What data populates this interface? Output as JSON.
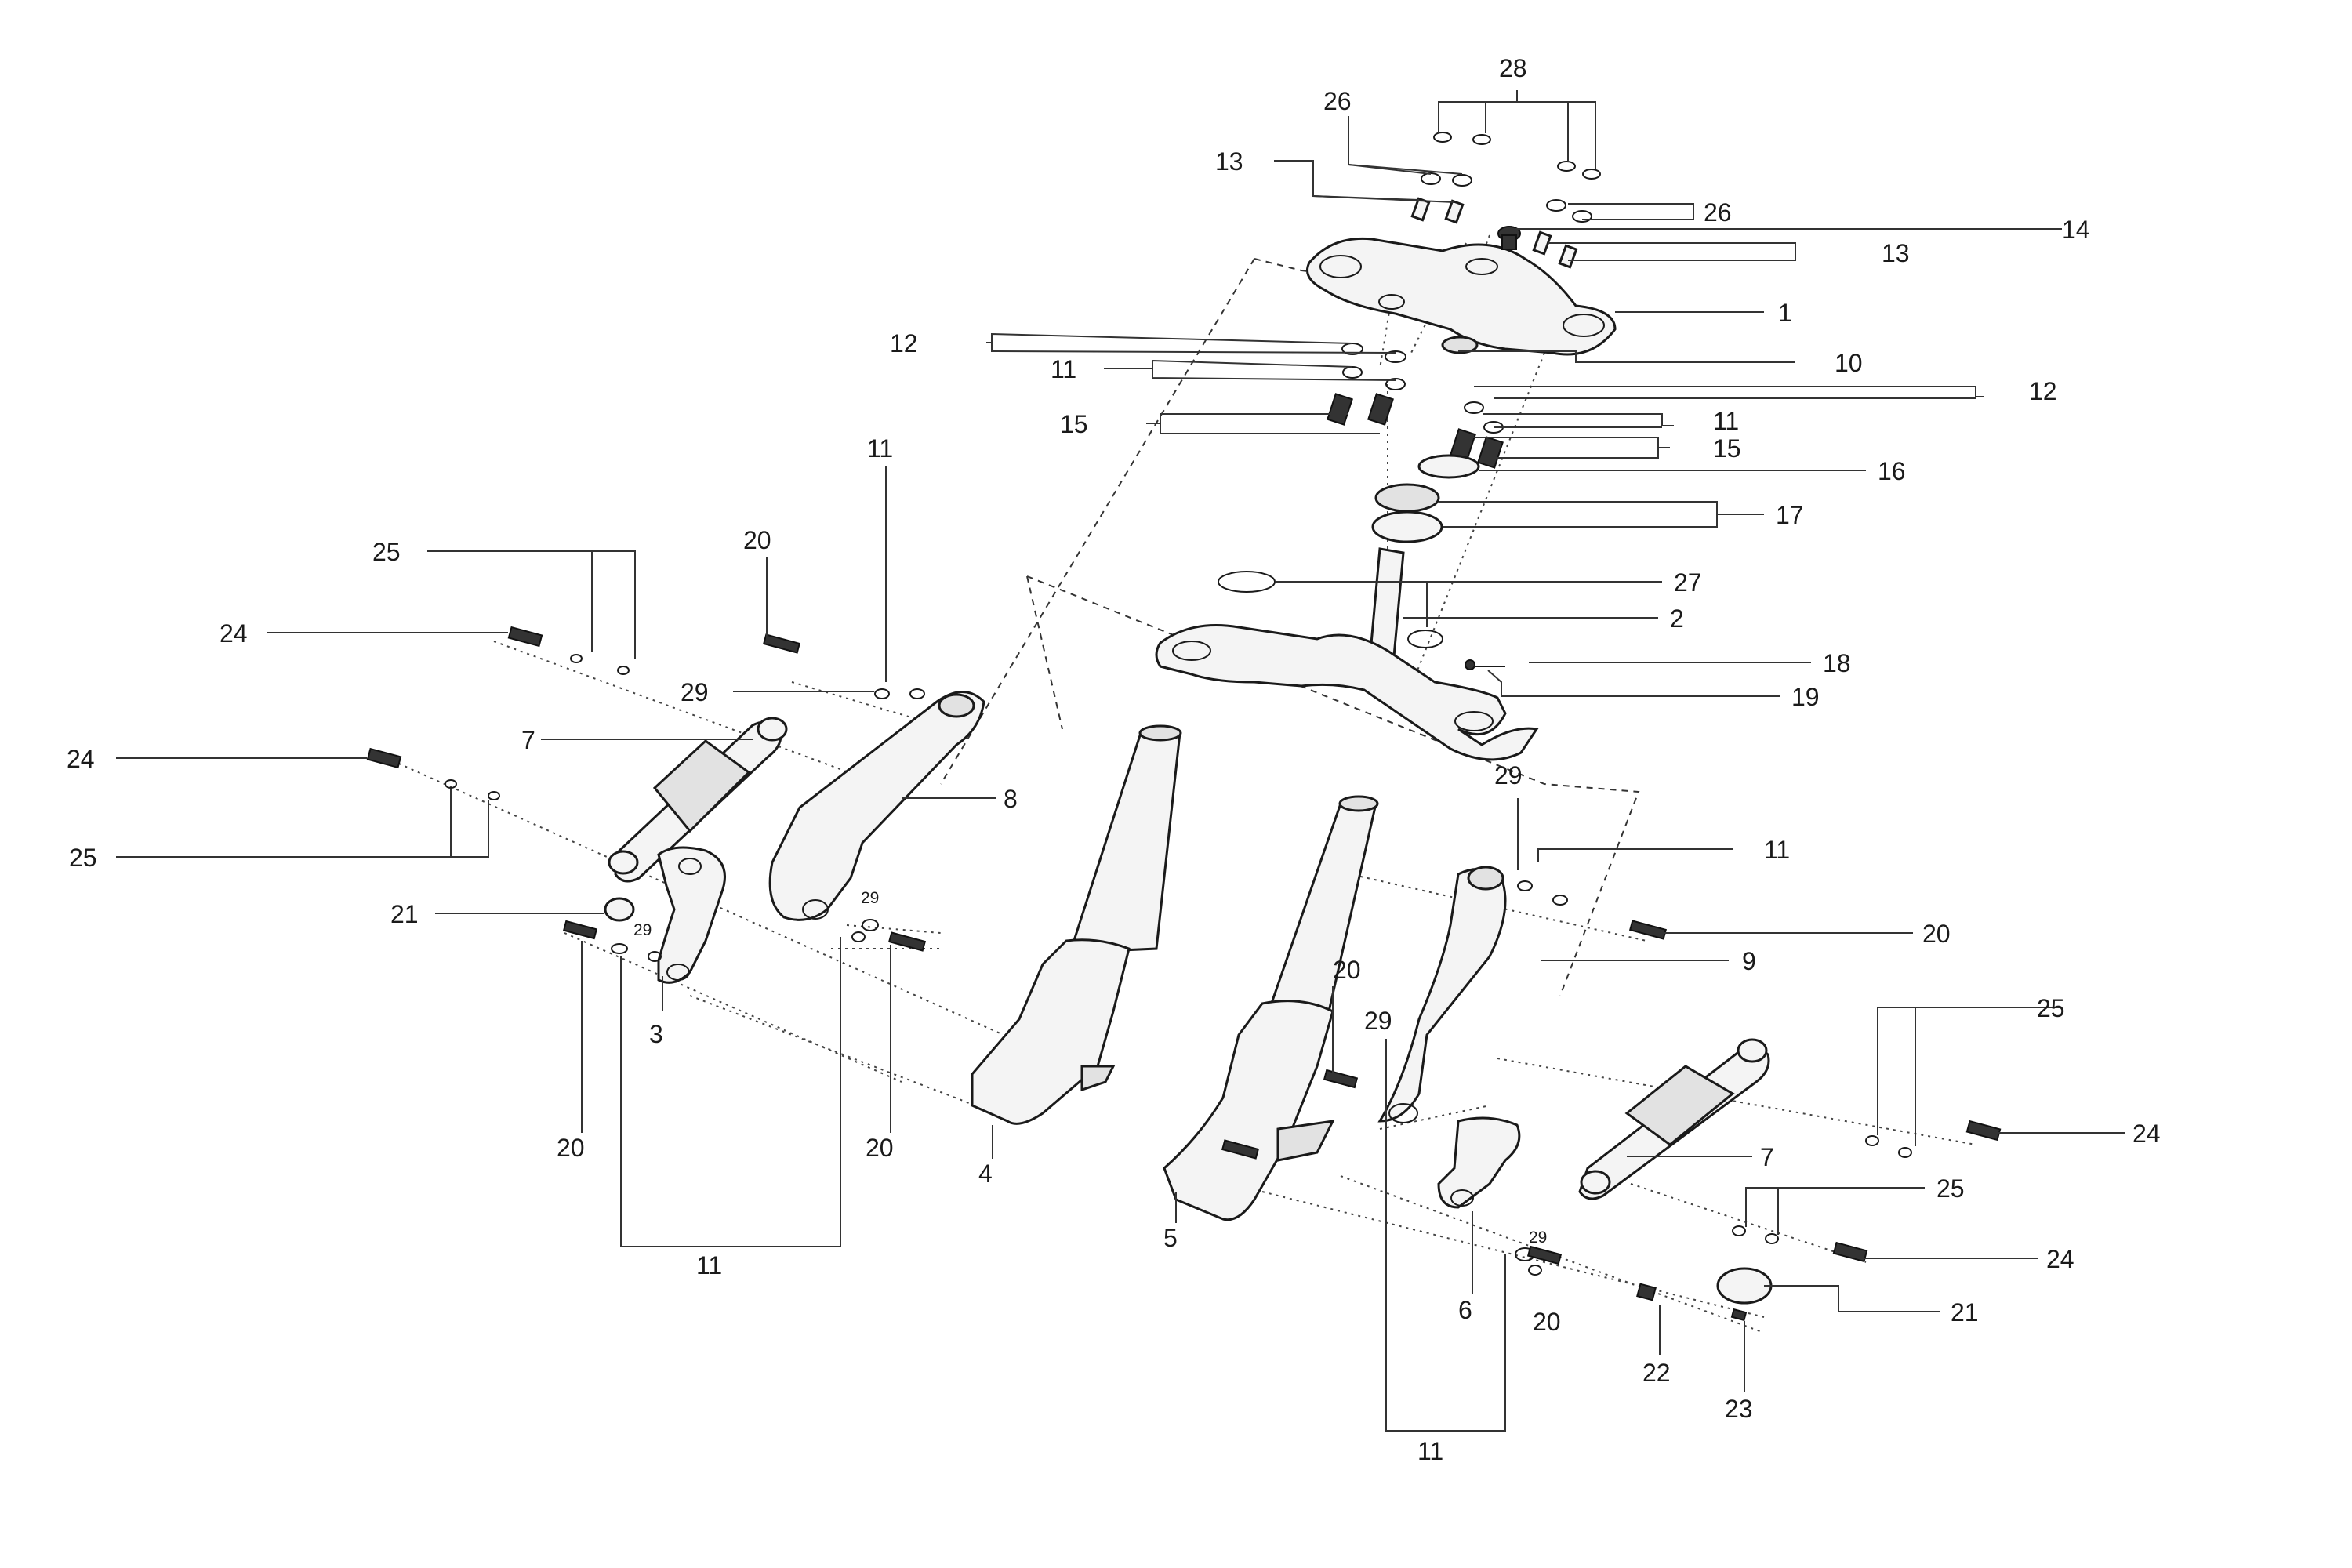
{
  "diagram": {
    "callouts": [
      {
        "id": "c28",
        "num": "28"
      },
      {
        "id": "c26a",
        "num": "26"
      },
      {
        "id": "c13a",
        "num": "13"
      },
      {
        "id": "c26b",
        "num": "26"
      },
      {
        "id": "c14",
        "num": "14"
      },
      {
        "id": "c13b",
        "num": "13"
      },
      {
        "id": "c1",
        "num": "1"
      },
      {
        "id": "c12a",
        "num": "12"
      },
      {
        "id": "c11a",
        "num": "11"
      },
      {
        "id": "c10",
        "num": "10"
      },
      {
        "id": "c12b",
        "num": "12"
      },
      {
        "id": "c15a",
        "num": "15"
      },
      {
        "id": "c11b",
        "num": "11"
      },
      {
        "id": "c15b",
        "num": "15"
      },
      {
        "id": "c16",
        "num": "16"
      },
      {
        "id": "c17",
        "num": "17"
      },
      {
        "id": "c27",
        "num": "27"
      },
      {
        "id": "c2",
        "num": "2"
      },
      {
        "id": "c18",
        "num": "18"
      },
      {
        "id": "c19",
        "num": "19"
      },
      {
        "id": "c11c",
        "num": "11"
      },
      {
        "id": "c20a",
        "num": "20"
      },
      {
        "id": "c25a",
        "num": "25"
      },
      {
        "id": "c24a",
        "num": "24"
      },
      {
        "id": "c29a",
        "num": "29"
      },
      {
        "id": "c7a",
        "num": "7"
      },
      {
        "id": "c8",
        "num": "8"
      },
      {
        "id": "c24b",
        "num": "24"
      },
      {
        "id": "c25b",
        "num": "25"
      },
      {
        "id": "c21a",
        "num": "21"
      },
      {
        "id": "c29b",
        "num": "29"
      },
      {
        "id": "c29c",
        "num": "29"
      },
      {
        "id": "c3",
        "num": "3"
      },
      {
        "id": "c20b",
        "num": "20"
      },
      {
        "id": "c20c",
        "num": "20"
      },
      {
        "id": "c11d",
        "num": "11"
      },
      {
        "id": "c4",
        "num": "4"
      },
      {
        "id": "c5",
        "num": "5"
      },
      {
        "id": "c29d",
        "num": "29"
      },
      {
        "id": "c11e",
        "num": "11"
      },
      {
        "id": "c20d",
        "num": "20"
      },
      {
        "id": "c9",
        "num": "9"
      },
      {
        "id": "c20e",
        "num": "20"
      },
      {
        "id": "c29e",
        "num": "29"
      },
      {
        "id": "c25c",
        "num": "25"
      },
      {
        "id": "c24c",
        "num": "24"
      },
      {
        "id": "c7b",
        "num": "7"
      },
      {
        "id": "c25d",
        "num": "25"
      },
      {
        "id": "c24d",
        "num": "24"
      },
      {
        "id": "c29f",
        "num": "29"
      },
      {
        "id": "c6",
        "num": "6"
      },
      {
        "id": "c20f",
        "num": "20"
      },
      {
        "id": "c21b",
        "num": "21"
      },
      {
        "id": "c22",
        "num": "22"
      },
      {
        "id": "c23",
        "num": "23"
      },
      {
        "id": "c11f",
        "num": "11"
      }
    ]
  }
}
